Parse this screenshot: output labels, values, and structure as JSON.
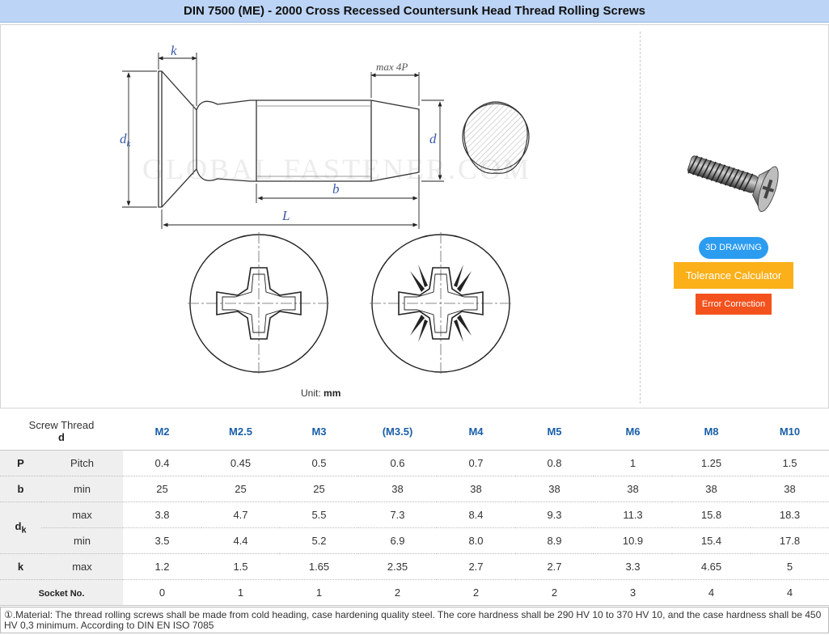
{
  "page": {
    "title": "DIN 7500 (ME) - 2000 Cross Recessed Countersunk Head Thread Rolling Screws"
  },
  "drawing": {
    "labels": {
      "k": "k",
      "max4p": "max 4P",
      "dk_main": "d",
      "dk_sub": "k",
      "d": "d",
      "b": "b",
      "L": "L"
    },
    "watermark": "GLOBAL FASTENER.COM",
    "unit_label": "Unit:",
    "unit_value": "mm"
  },
  "buttons": {
    "drawing_3d": "3D DRAWING",
    "tolerance": "Tolerance Calculator",
    "error": "Error Correction"
  },
  "colors": {
    "title_bg": "#bcd4f5",
    "size_text": "#1a5fa8",
    "btn_3d": "#2b9cf0",
    "btn_tolerance": "#fbb01a",
    "btn_error": "#f4521d",
    "label_blue": "#3d5aa8"
  },
  "table": {
    "header_line1": "Screw Thread",
    "header_line2": "d",
    "sizes": [
      "M2",
      "M2.5",
      "M3",
      "(M3.5)",
      "M4",
      "M5",
      "M6",
      "M8",
      "M10"
    ],
    "rows": [
      {
        "param": "P",
        "sub": "Pitch",
        "values": [
          "0.4",
          "0.45",
          "0.5",
          "0.6",
          "0.7",
          "0.8",
          "1",
          "1.25",
          "1.5"
        ]
      },
      {
        "param": "b",
        "sub": "min",
        "values": [
          "25",
          "25",
          "25",
          "38",
          "38",
          "38",
          "38",
          "38",
          "38"
        ]
      },
      {
        "param": "d",
        "param_sub": "k",
        "sub": "max",
        "values": [
          "3.8",
          "4.7",
          "5.5",
          "7.3",
          "8.4",
          "9.3",
          "11.3",
          "15.8",
          "18.3"
        ]
      },
      {
        "sub": "min",
        "values": [
          "3.5",
          "4.4",
          "5.2",
          "6.9",
          "8.0",
          "8.9",
          "10.9",
          "15.4",
          "17.8"
        ]
      },
      {
        "param": "k",
        "sub": "max",
        "values": [
          "1.2",
          "1.5",
          "1.65",
          "2.35",
          "2.7",
          "2.7",
          "3.3",
          "4.65",
          "5"
        ]
      },
      {
        "param": "Socket No.",
        "values": [
          "0",
          "1",
          "1",
          "2",
          "2",
          "2",
          "3",
          "4",
          "4"
        ]
      }
    ]
  },
  "note": "①.Material: The thread rolling screws shall be made from cold heading, case hardening quality steel. The core hardness shall be 290 HV 10 to 370 HV 10, and the case hardness shall be 450 HV 0,3 minimum. According to DIN EN ISO 7085"
}
